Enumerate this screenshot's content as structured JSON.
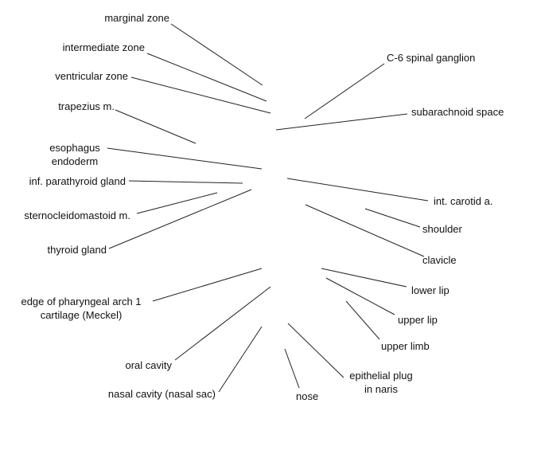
{
  "labels": {
    "marginal_zone": "marginal zone",
    "intermediate_zone": "intermediate zone",
    "ventricular_zone": "ventricular zone",
    "trapezius": "trapezius m.",
    "esophagus_l1": "esophagus",
    "esophagus_l2": "endoderm",
    "inf_parathyroid": "inf. parathyroid gland",
    "sternocleidomastoid": "sternocleidomastoid m.",
    "thyroid": "thyroid gland",
    "meckel_l1": "edge of pharyngeal arch 1",
    "meckel_l2": "cartilage (Meckel)",
    "oral_cavity": "oral cavity",
    "nasal_cavity": "nasal cavity (nasal sac)",
    "nose": "nose",
    "epithelial_l1": "epithelial plug",
    "epithelial_l2": "in naris",
    "upper_limb": "upper limb",
    "upper_lip": "upper lip",
    "lower_lip": "lower lip",
    "clavicle": "clavicle",
    "shoulder": "shoulder",
    "int_carotid": "int. carotid a.",
    "subarachnoid": "subarachnoid space",
    "spinal_ganglion": "C-6 spinal ganglion"
  }
}
